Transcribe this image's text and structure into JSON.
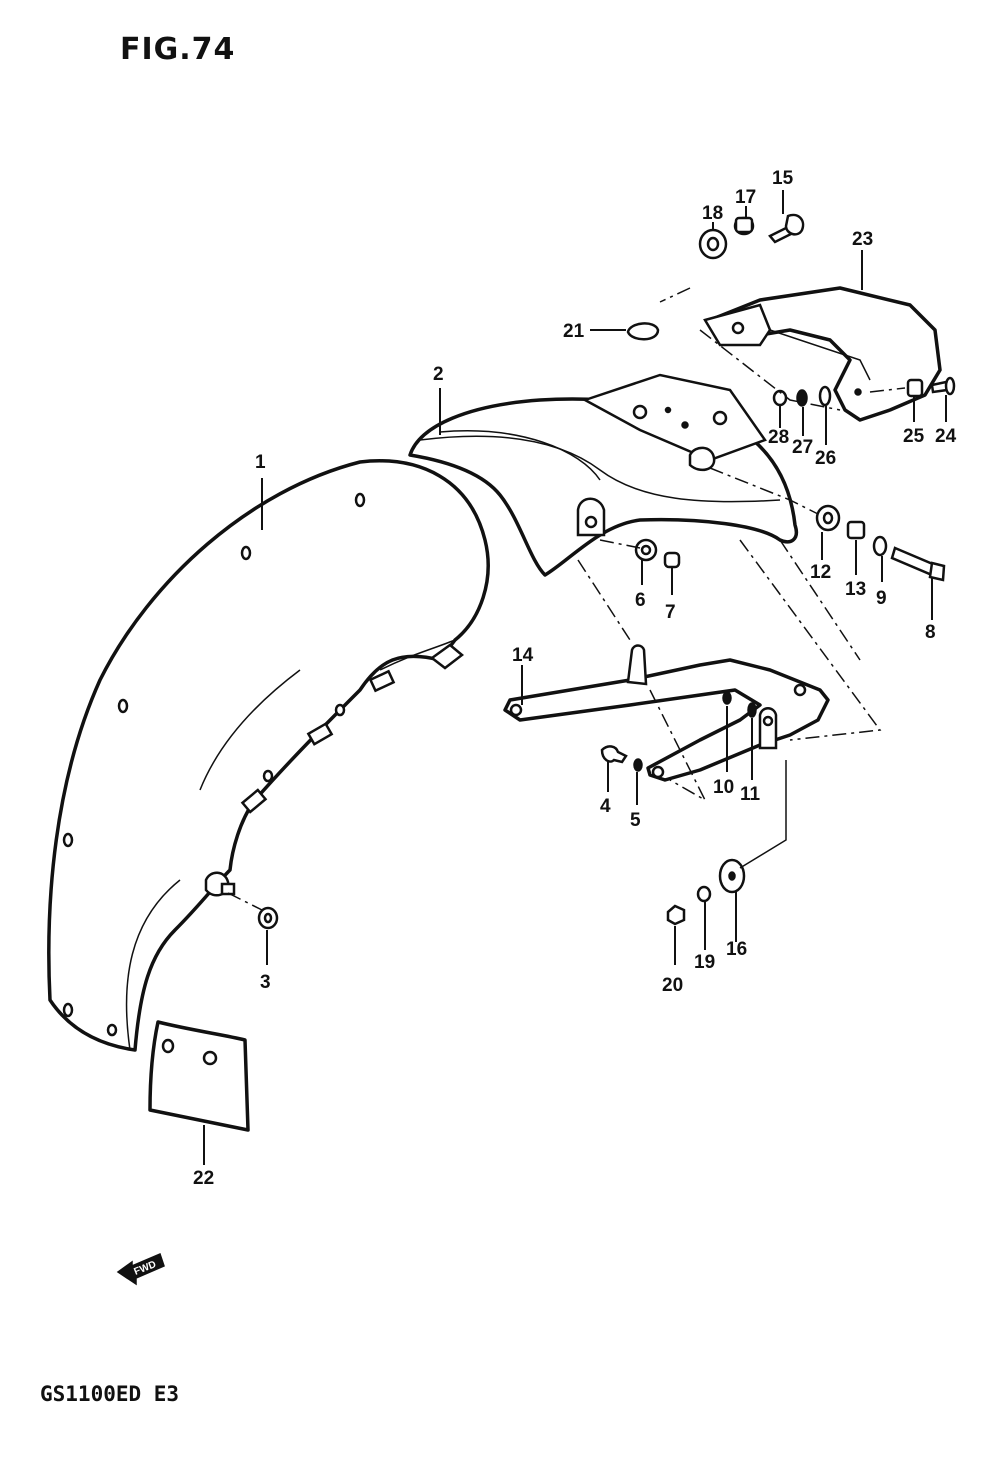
{
  "figure": {
    "title": "FIG.74",
    "model": "GS1100ED  E3",
    "fwd_label": "FWD"
  },
  "callouts": [
    {
      "id": "1",
      "label": "1"
    },
    {
      "id": "2",
      "label": "2"
    },
    {
      "id": "3",
      "label": "3"
    },
    {
      "id": "4",
      "label": "4"
    },
    {
      "id": "5",
      "label": "5"
    },
    {
      "id": "6",
      "label": "6"
    },
    {
      "id": "7",
      "label": "7"
    },
    {
      "id": "8",
      "label": "8"
    },
    {
      "id": "9",
      "label": "9"
    },
    {
      "id": "10",
      "label": "10"
    },
    {
      "id": "11",
      "label": "11"
    },
    {
      "id": "12",
      "label": "12"
    },
    {
      "id": "13",
      "label": "13"
    },
    {
      "id": "14",
      "label": "14"
    },
    {
      "id": "15",
      "label": "15"
    },
    {
      "id": "16",
      "label": "16"
    },
    {
      "id": "17",
      "label": "17"
    },
    {
      "id": "18",
      "label": "18"
    },
    {
      "id": "19",
      "label": "19"
    },
    {
      "id": "20",
      "label": "20"
    },
    {
      "id": "21",
      "label": "21"
    },
    {
      "id": "22",
      "label": "22"
    },
    {
      "id": "23",
      "label": "23"
    },
    {
      "id": "24",
      "label": "24"
    },
    {
      "id": "25",
      "label": "25"
    },
    {
      "id": "26",
      "label": "26"
    },
    {
      "id": "27",
      "label": "27"
    },
    {
      "id": "28",
      "label": "28"
    }
  ]
}
